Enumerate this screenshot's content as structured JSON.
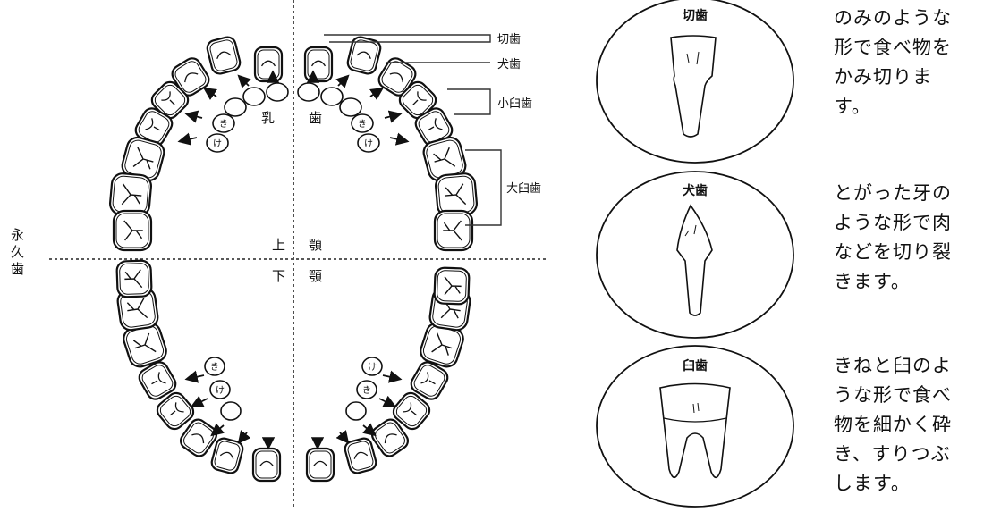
{
  "diagram": {
    "labels": {
      "incisor": "切歯",
      "canine": "犬歯",
      "premolar": "小臼歯",
      "molar": "大臼歯",
      "primary_teeth_1": "乳",
      "primary_teeth_2": "歯",
      "upper_jaw_1": "上",
      "upper_jaw_2": "顎",
      "lower_jaw_1": "下",
      "lower_jaw_2": "顎",
      "permanent_teeth": [
        "永",
        "久",
        "歯"
      ]
    },
    "primary_tooth_marks": [
      "き",
      "け",
      "き",
      "け",
      "き",
      "け",
      "け",
      "き"
    ]
  },
  "tooth_types": [
    {
      "name": "切歯",
      "description": "のみのような\n形で食べ物を\nかみ切りま\nす。",
      "icon": "incisor-tooth"
    },
    {
      "name": "犬歯",
      "description": "とがった牙の\nような形で肉\nなどを切り裂\nきます。",
      "icon": "canine-tooth"
    },
    {
      "name": "臼歯",
      "description": "きねと臼のよ\nうな形で食べ\n物を細かく砕\nき、すりつぶ\nします。",
      "icon": "molar-tooth"
    }
  ],
  "colors": {
    "line": "#111111",
    "tooth_fill": "#ffffff"
  }
}
